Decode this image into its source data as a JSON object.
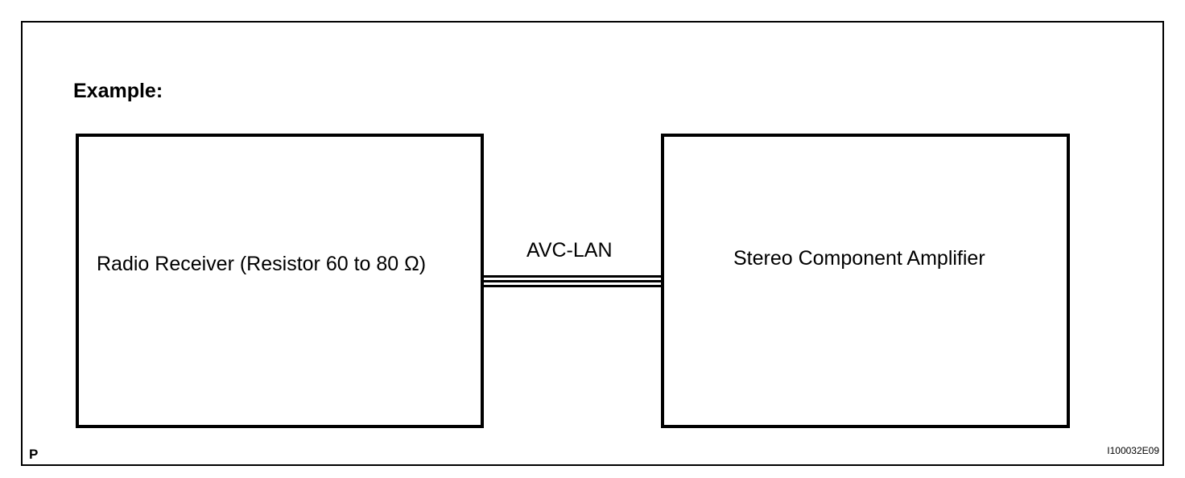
{
  "heading": "Example:",
  "components": {
    "left": {
      "label": "Radio Receiver (Resistor 60 to 80 Ω)"
    },
    "right": {
      "label": "Stereo Component Amplifier"
    }
  },
  "connection": {
    "label": "AVC-LAN"
  },
  "corner_mark": "P",
  "figure_code": "I100032E09"
}
